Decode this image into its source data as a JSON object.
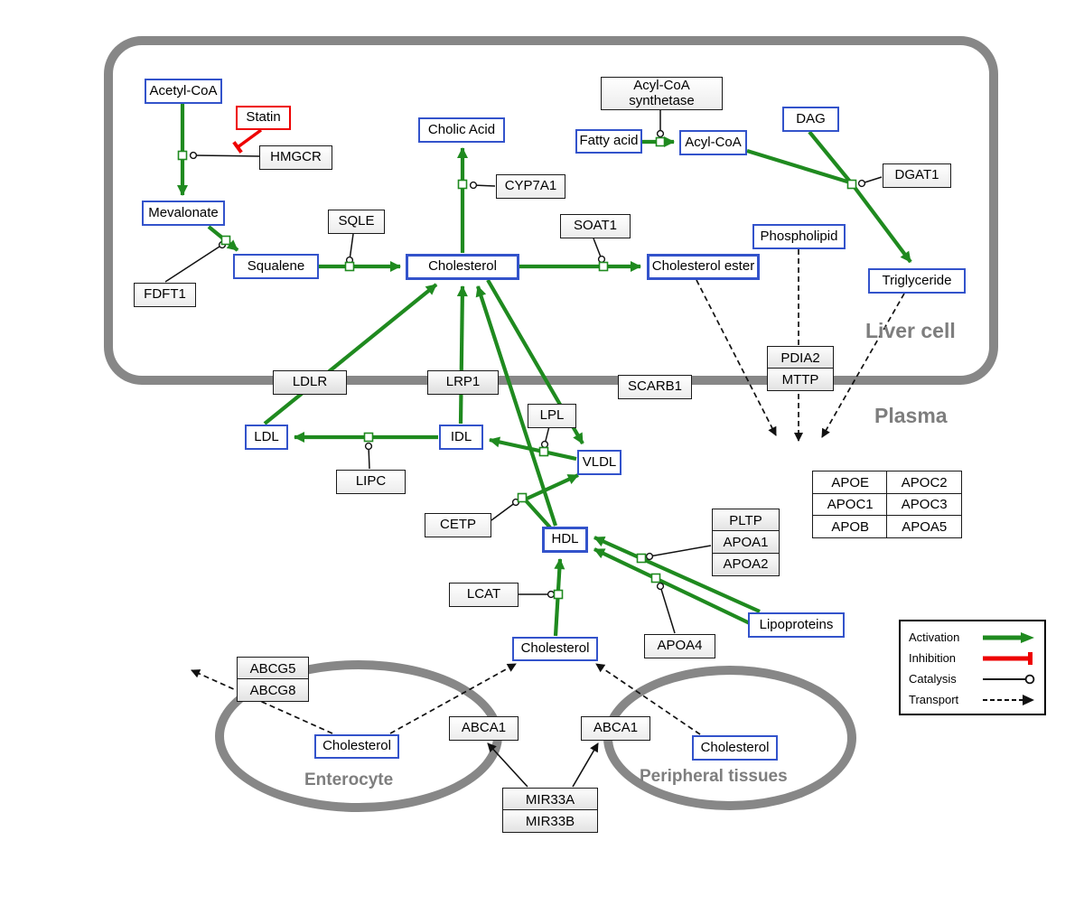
{
  "regions": {
    "liver": "Liver cell",
    "plasma": "Plasma",
    "enterocyte": "Enterocyte",
    "peripheral": "Peripheral tissues"
  },
  "nodes": {
    "acetyl_coa": "Acetyl-CoA",
    "statin": "Statin",
    "hmgcr": "HMGCR",
    "mevalonate": "Mevalonate",
    "fdft1": "FDFT1",
    "squalene": "Squalene",
    "sqle": "SQLE",
    "cholic_acid": "Cholic Acid",
    "cyp7a1": "CYP7A1",
    "cholesterol_liver": "Cholesterol",
    "soat1": "SOAT1",
    "cholesterol_ester": "Cholesterol ester",
    "acyl_coa_synthetase": "Acyl-CoA synthetase",
    "fatty_acid": "Fatty acid",
    "acyl_coa": "Acyl-CoA",
    "dag": "DAG",
    "dgat1": "DGAT1",
    "phospholipid": "Phospholipid",
    "triglyceride": "Triglyceride",
    "ldlr": "LDLR",
    "lrp1": "LRP1",
    "scarb1": "SCARB1",
    "pdia2": "PDIA2",
    "mttp": "MTTP",
    "ldl": "LDL",
    "idl": "IDL",
    "lipc": "LIPC",
    "lpl": "LPL",
    "vldl": "VLDL",
    "cetp": "CETP",
    "hdl": "HDL",
    "pltp": "PLTP",
    "apoa1": "APOA1",
    "apoa2": "APOA2",
    "lcat": "LCAT",
    "apoa4": "APOA4",
    "lipoproteins": "Lipoproteins",
    "cholesterol_plasma": "Cholesterol",
    "abcg5": "ABCG5",
    "abcg8": "ABCG8",
    "cholesterol_enterocyte": "Cholesterol",
    "abca1_left": "ABCA1",
    "abca1_right": "ABCA1",
    "cholesterol_peripheral": "Cholesterol",
    "mir33a": "MIR33A",
    "mir33b": "MIR33B"
  },
  "apo": {
    "rows": [
      [
        "APOE",
        "APOC2"
      ],
      [
        "APOC1",
        "APOC3"
      ],
      [
        "APOB",
        "APOA5"
      ]
    ]
  },
  "legend": {
    "activation": "Activation",
    "inhibition": "Inhibition",
    "catalysis": "Catalysis",
    "transport": "Transport"
  },
  "colors": {
    "activation_green": "#1f8a1f",
    "inhibition_red": "#ee0000",
    "metabolite_blue": "#3353cb",
    "membrane_gray": "#878787"
  }
}
